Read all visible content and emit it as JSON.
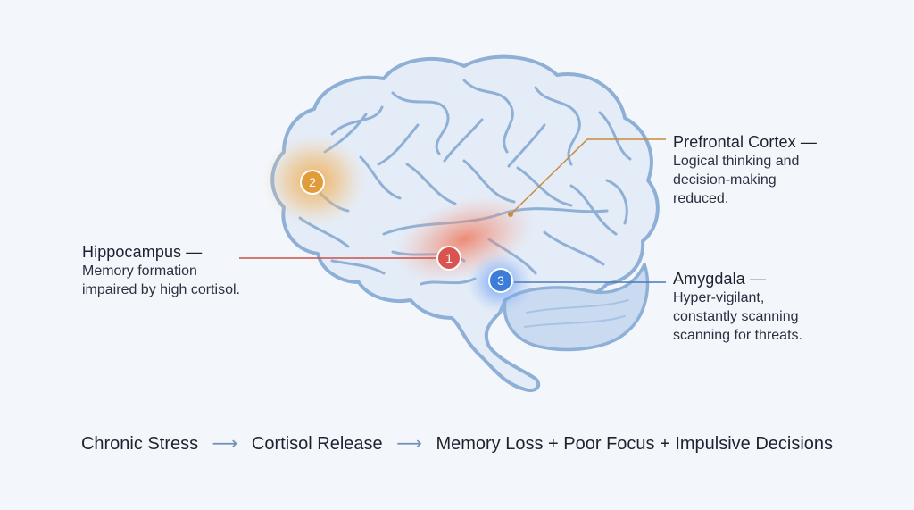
{
  "regions": {
    "hippocampus": {
      "number": "1",
      "title": "Hippocampus —",
      "desc_lines": [
        "Memory formation",
        "impaired by high cortisol."
      ],
      "color": "#d9534f"
    },
    "prefrontal": {
      "number": "2",
      "title": "Prefrontal Cortex —",
      "desc_lines": [
        "Logical thinking and",
        "decision-making",
        "reduced."
      ],
      "color": "#e8a23a"
    },
    "amygdala": {
      "number": "3",
      "title": "Amygdala —",
      "desc_lines": [
        "Hyper-vigilant,",
        "constantly scanning",
        "scanning for threats."
      ],
      "color": "#3b7dd8"
    }
  },
  "flow": {
    "steps": [
      "Chronic Stress",
      "Cortisol Release",
      "Memory Loss + Poor Focus + Impulsive Decisions"
    ],
    "arrow": "⟶"
  },
  "colors": {
    "brain_outline": "#8fb0d6",
    "brain_fill": "#e4ecf7",
    "cerebellum_fill": "#c9daf1",
    "orange_leader": "#c98a3a",
    "red_leader": "#c9524b",
    "blue_leader": "#4a78b8"
  }
}
